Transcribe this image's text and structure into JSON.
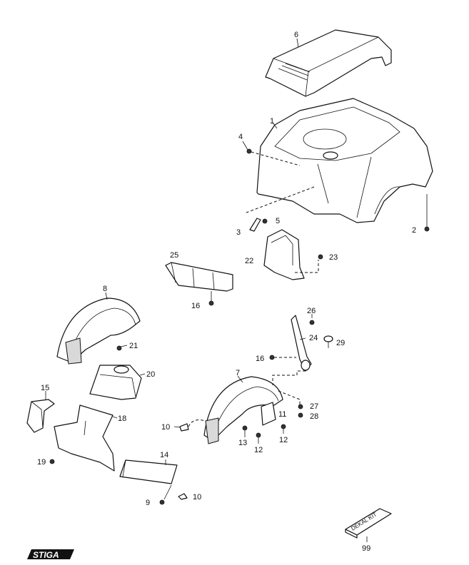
{
  "diagram": {
    "callouts": {
      "c1": "1",
      "c2": "2",
      "c3": "3",
      "c4": "4",
      "c5": "5",
      "c6": "6",
      "c7": "7",
      "c8": "8",
      "c9": "9",
      "c10a": "10",
      "c10b": "10",
      "c11": "11",
      "c12a": "12",
      "c12b": "12",
      "c13": "13",
      "c14": "14",
      "c15": "15",
      "c16a": "16",
      "c16b": "16",
      "c18": "18",
      "c19": "19",
      "c20": "20",
      "c21": "21",
      "c22": "22",
      "c23": "23",
      "c24": "24",
      "c25": "25",
      "c26": "26",
      "c27": "27",
      "c28": "28",
      "c29": "29",
      "c99": "99"
    },
    "decal_kit_label": "DEKAL KIT"
  },
  "brand": {
    "logo_text": "STIGA"
  }
}
